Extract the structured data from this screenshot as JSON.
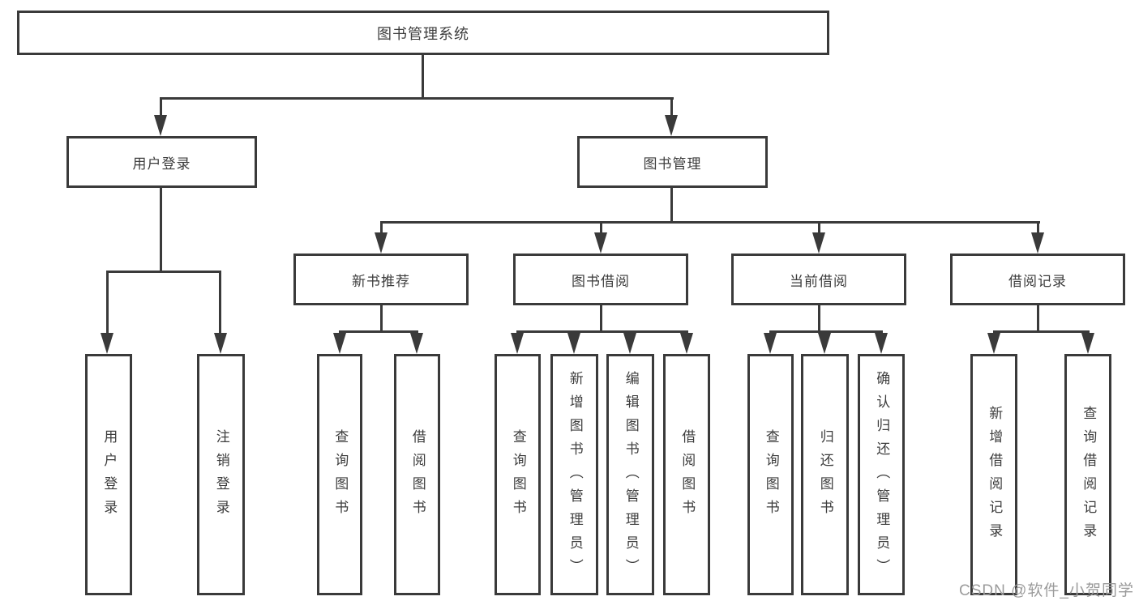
{
  "tree": {
    "root": {
      "label": "图书管理系统"
    },
    "children": [
      {
        "label": "用户登录",
        "children": [
          {
            "label": "用户登录"
          },
          {
            "label": "注销登录"
          }
        ]
      },
      {
        "label": "图书管理",
        "children": [
          {
            "label": "新书推荐",
            "children": [
              {
                "label": "查询图书"
              },
              {
                "label": "借阅图书"
              }
            ]
          },
          {
            "label": "图书借阅",
            "children": [
              {
                "label": "查询图书"
              },
              {
                "label": "新增图书（管理员）"
              },
              {
                "label": "编辑图书（管理员）"
              },
              {
                "label": "借阅图书"
              }
            ]
          },
          {
            "label": "当前借阅",
            "children": [
              {
                "label": "查询图书"
              },
              {
                "label": "归还图书"
              },
              {
                "label": "确认归还（管理员）"
              }
            ]
          },
          {
            "label": "借阅记录",
            "children": [
              {
                "label": "新增借阅记录"
              },
              {
                "label": "查询借阅记录"
              }
            ]
          }
        ]
      }
    ]
  },
  "watermark": {
    "text": "CSDN @软件_小贺同学"
  },
  "colors": {
    "line": "#3a3a3a",
    "text": "#3d3d3d",
    "watermark": "#9b9b9b",
    "background": "#ffffff"
  }
}
